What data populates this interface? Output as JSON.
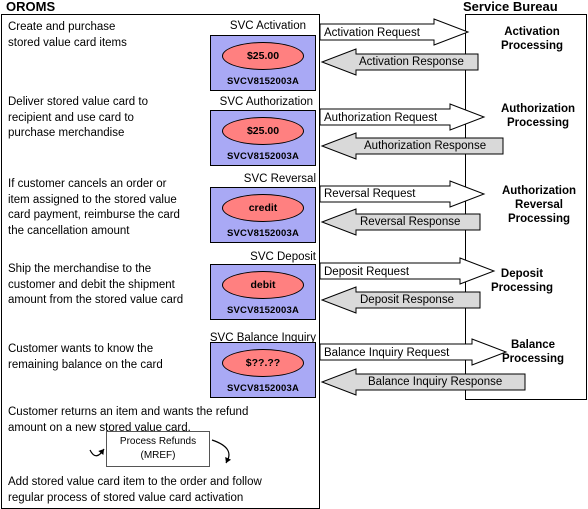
{
  "titles": {
    "left": "OROMS",
    "right": "Service Bureau"
  },
  "rows": [
    {
      "description": "Create and purchase\nstored value card items",
      "svc_label": "SVC Activation",
      "card_value": "$25.00",
      "card_id": "SVCV8152003A",
      "request": "Activation Request",
      "response": "Activation Response",
      "processing": "Activation\nProcessing"
    },
    {
      "description": "Deliver stored value card to\nrecipient and use card to\npurchase merchandise",
      "svc_label": "SVC Authorization",
      "card_value": "$25.00",
      "card_id": "SVCV8152003A",
      "request": "Authorization Request",
      "response": "Authorization Response",
      "processing": "Authorization\nProcessing"
    },
    {
      "description": "If customer cancels an order or\nitem assigned to the stored value\ncard payment, reimburse the card\nthe cancellation amount",
      "svc_label": "SVC Reversal",
      "card_value": "credit",
      "card_id": "SVCV8152003A",
      "request": "Reversal Request",
      "response": "Reversal Response",
      "processing": "Authorization\nReversal\nProcessing"
    },
    {
      "description": "Ship the merchandise to the\ncustomer and debit the shipment\namount from the stored value card",
      "svc_label": "SVC Deposit",
      "card_value": "debit",
      "card_id": "SVCV8152003A",
      "request": "Deposit Request",
      "response": "Deposit Response",
      "processing": "Deposit\nProcessing"
    },
    {
      "description": "Customer wants to know the\nremaining balance on the card",
      "svc_label": "SVC Balance Inquiry",
      "card_value": "$??.??",
      "card_id": "SVCV8152003A",
      "request": "Balance Inquiry Request",
      "response": "Balance Inquiry Response",
      "processing": "Balance\nProcessing"
    }
  ],
  "refund": {
    "description": "Customer returns an item and wants the refund\namount on a new stored value card.",
    "process_line1": "Process Refunds",
    "process_line2": "(MREF)",
    "followup": "Add stored value card item to the order and follow\nregular process of stored value card activation"
  },
  "colors": {
    "card_fill": "#a9a9f5",
    "oval_fill": "#ff8080",
    "response_arrow_fill": "#d9d9d9",
    "request_arrow_fill": "#ffffff"
  }
}
